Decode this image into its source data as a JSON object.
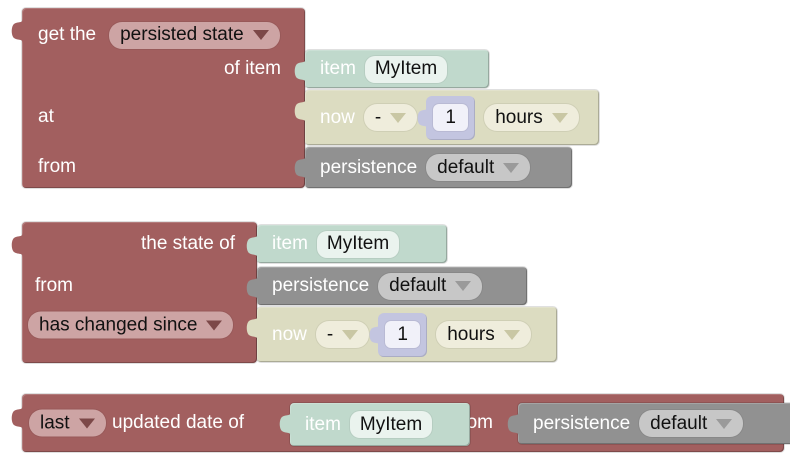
{
  "colors": {
    "maroon": "#a25f5f",
    "maroon-field": "#cda4a4",
    "maroon-arrow": "#7c4848",
    "teal": "#c0d9cc",
    "teal-field": "#eaf3ee",
    "olive": "#dcdcc1",
    "olive-field": "#efeddc",
    "olive-arrow": "#c9c7a4",
    "gray": "#919191",
    "gray-field": "#c7c7c7",
    "gray-arrow": "#9a9a9a",
    "lavender": "#c3c5e0",
    "lavender-field": "#f1f1f9",
    "label-text": "#ffffff",
    "field-text": "#111111"
  },
  "block_get_persisted_state": {
    "prefix_label": "get the",
    "type_dropdown": "persisted state",
    "of_item_label": "of item",
    "at_label": "at",
    "from_label": "from"
  },
  "block_state_check": {
    "the_state_of_label": "the state of",
    "from_label": "from",
    "condition_dropdown": "has changed since"
  },
  "block_updated_date": {
    "which_dropdown": "last",
    "updated_date_of_label": "updated date of",
    "from_label": "from"
  },
  "block_item": {
    "label": "item",
    "name": "MyItem"
  },
  "block_datetime": {
    "now_label": "now",
    "operator": "-",
    "amount": "1",
    "unit": "hours"
  },
  "block_persistence": {
    "label": "persistence",
    "service": "default"
  }
}
